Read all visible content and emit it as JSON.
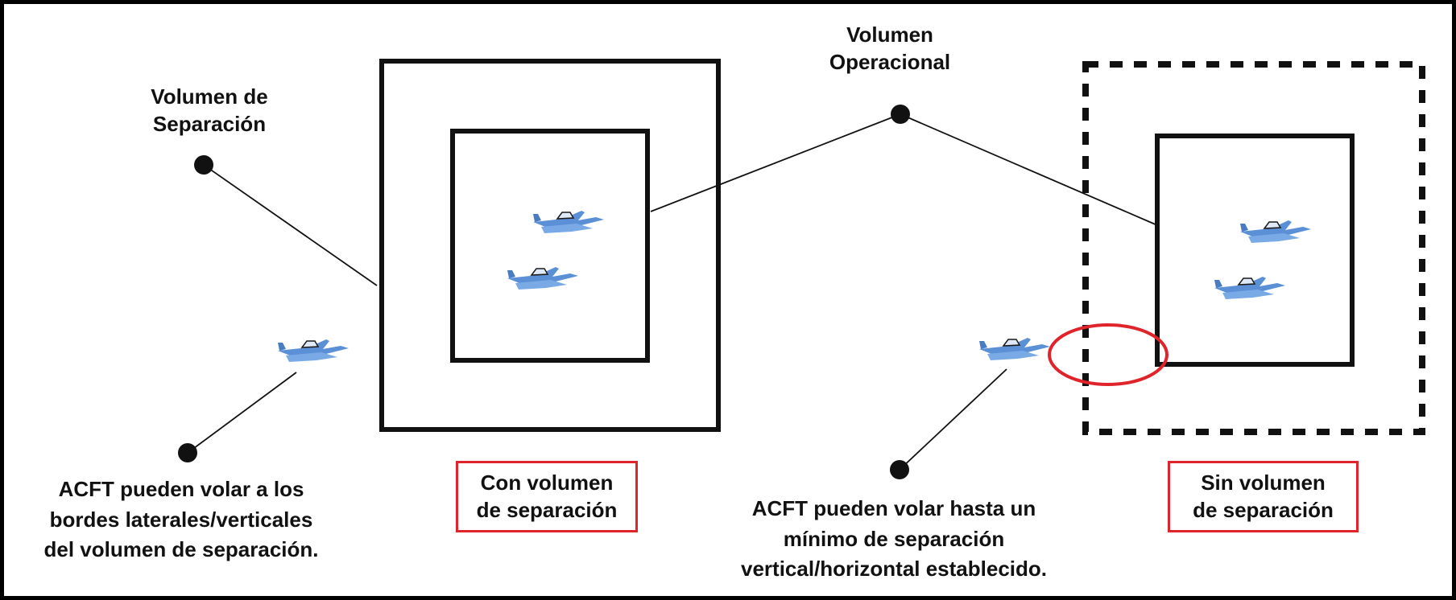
{
  "labels": {
    "volumen_separacion": [
      "Volumen de",
      "Separación"
    ],
    "volumen_operacional": [
      "Volumen",
      "Operacional"
    ],
    "con_volumen": [
      "Con volumen",
      "de separación"
    ],
    "sin_volumen": [
      "Sin volumen",
      "de separación"
    ],
    "acft_bordes": [
      "ACFT pueden volar a los",
      "bordes laterales/verticales",
      "del volumen de separación."
    ],
    "acft_minimo": [
      "ACFT pueden volar hasta un",
      "mínimo de separación",
      "vertical/horizontal establecido."
    ]
  },
  "colors": {
    "stroke": "#111111",
    "aircraft": "#5b8fd6",
    "highlight": "#e0242c"
  },
  "icons": [
    "aircraft-icon"
  ]
}
